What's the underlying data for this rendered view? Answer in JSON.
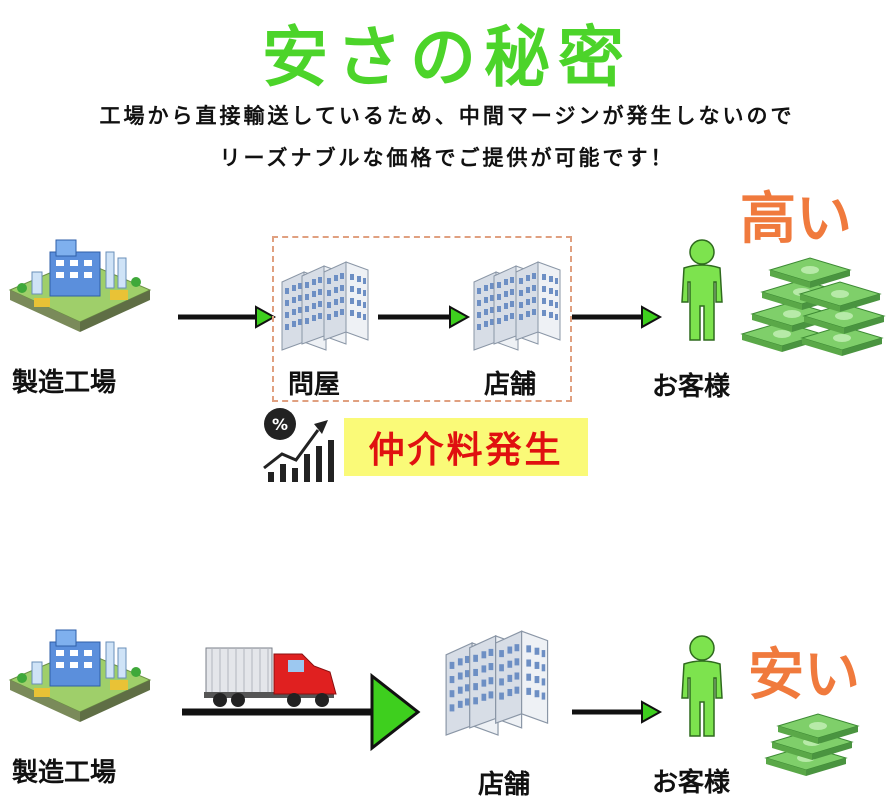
{
  "header": {
    "title": "安さの秘密",
    "line1": "工場から直接輸送しているため、中間マージンが発生しないので",
    "line2": "リーズナブルな価格でご提供が可能です！"
  },
  "top_flow": {
    "factory": "製造工場",
    "wholesaler": "問屋",
    "store": "店舗",
    "customer": "お客様",
    "price": "高い",
    "fee": "仲介料発生",
    "percent": "%"
  },
  "bottom_flow": {
    "factory": "製造工場",
    "store": "店舗",
    "customer": "お客様",
    "price": "安い"
  },
  "colors": {
    "title": "#4cd42a",
    "orange": "#f07a3d",
    "fee_text": "#e01010",
    "fee_bg": "#fafa78",
    "arrow_head": "#3ecf1e",
    "person": "#7de34e"
  }
}
